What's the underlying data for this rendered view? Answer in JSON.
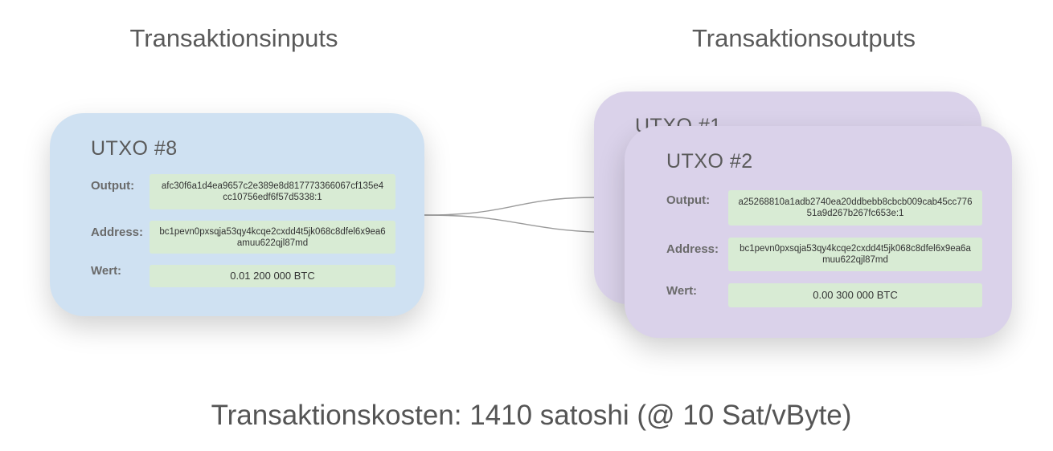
{
  "headings": {
    "inputs": "Transaktionsinputs",
    "outputs": "Transaktionsoutputs"
  },
  "labels": {
    "output": "Output:",
    "address": "Address:",
    "value": "Wert:"
  },
  "inputs": [
    {
      "title": "UTXO #8",
      "output": "afc30f6a1d4ea9657c2e389e8d817773366067cf135e4cc10756edf6f57d5338:1",
      "address": "bc1pevn0pxsqja53qy4kcqe2cxdd4t5jk068c8dfel6x9ea6amuu622qjl87md",
      "value": "0.01 200 000 BTC"
    }
  ],
  "outputs": [
    {
      "title": "UTXO #1"
    },
    {
      "title": "UTXO #2",
      "output": "a25268810a1adb2740ea20ddbebb8cbcb009cab45cc77651a9d267b267fc653e:1",
      "address": "bc1pevn0pxsqja53qy4kcqe2cxdd4t5jk068c8dfel6x9ea6amuu622qjl87md",
      "value": "0.00 300 000 BTC"
    }
  ],
  "fee": "Transaktionskosten: 1410 satoshi (@ 10 Sat/vByte)",
  "colors": {
    "input_card": "#cfe1f2",
    "output_card": "#dad2ea",
    "value_box": "#d8ebd4",
    "connector": "#9a9a9a"
  }
}
